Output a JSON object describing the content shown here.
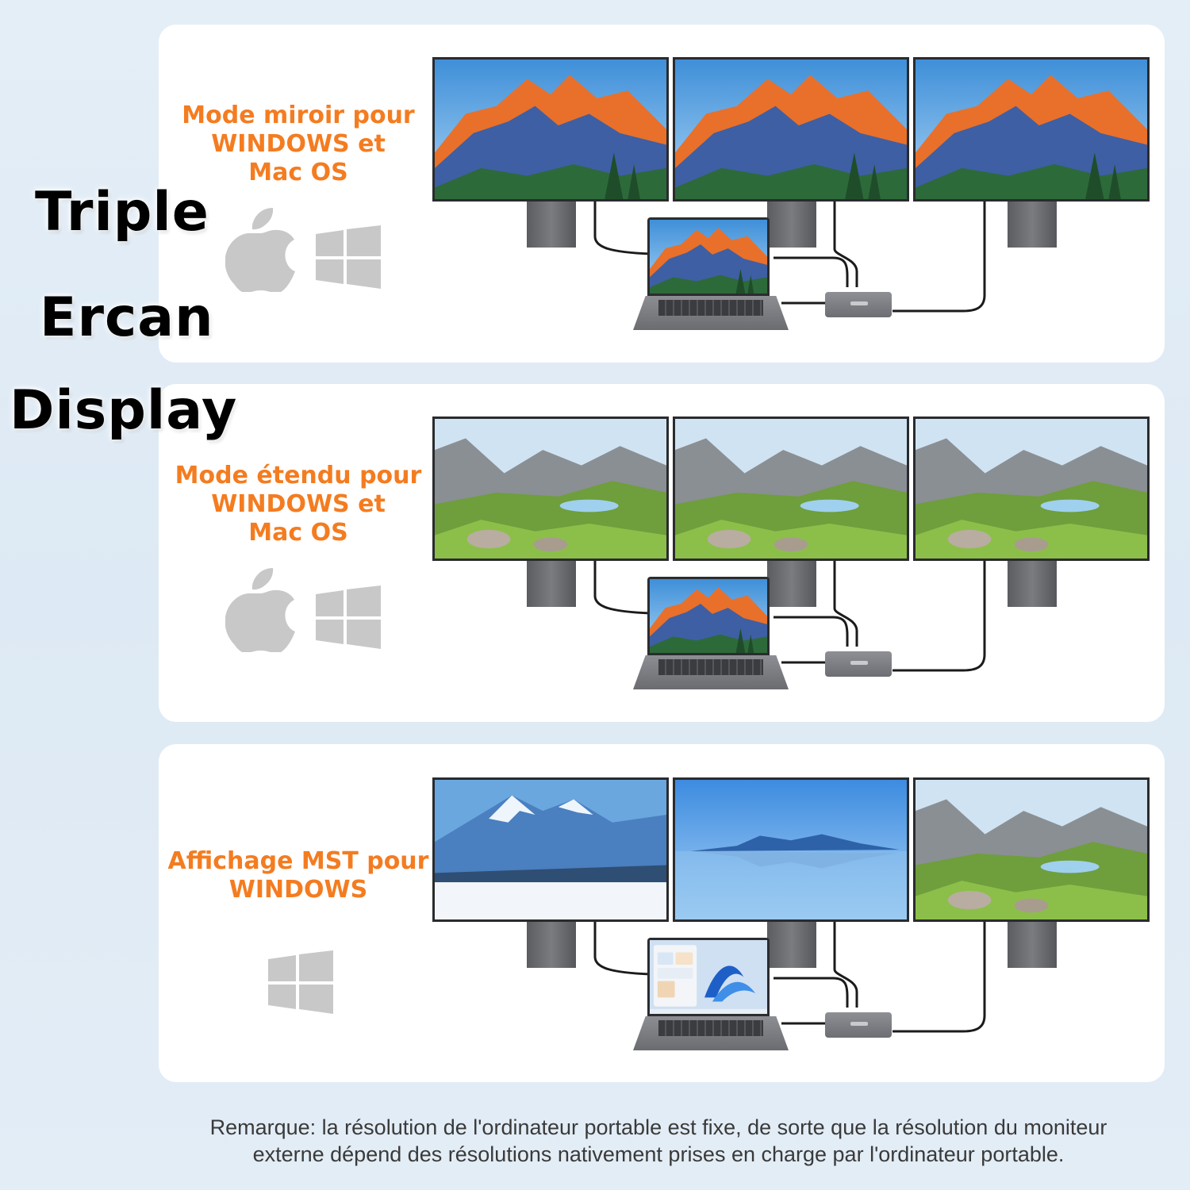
{
  "title": {
    "line1": "Triple",
    "line2": "Ercan",
    "line3": "Display"
  },
  "colors": {
    "accent_orange": "#f47c20",
    "panel_bg": "#ffffff",
    "page_bg": "#e4eef7",
    "os_icon_gray": "#c8c8c8"
  },
  "panels": [
    {
      "label_lines": [
        "Mode miroir pour",
        "WINDOWS et",
        "Mac OS"
      ],
      "os_icons": [
        "apple-logo-icon",
        "windows-logo-icon"
      ],
      "monitor_scenes": [
        "sunset-mountain",
        "sunset-mountain",
        "sunset-mountain"
      ],
      "laptop_scene": "sunset-mountain"
    },
    {
      "label_lines": [
        "Mode étendu pour",
        "WINDOWS et",
        "Mac OS"
      ],
      "os_icons": [
        "apple-logo-icon",
        "windows-logo-icon"
      ],
      "monitor_scenes": [
        "alpine-meadow",
        "alpine-meadow",
        "alpine-meadow"
      ],
      "laptop_scene": "sunset-mountain"
    },
    {
      "label_lines": [
        "Affichage MST pour",
        "WINDOWS"
      ],
      "os_icons": [
        "windows-logo-icon"
      ],
      "monitor_scenes": [
        "snowy-mountain",
        "lake-reflection",
        "alpine-meadow"
      ],
      "laptop_scene": "windows-desktop"
    }
  ],
  "note": {
    "line1": "Remarque: la résolution de l'ordinateur portable est fixe, de sorte que la résolution du moniteur",
    "line2": "externe dépend des résolutions nativement prises en charge par l'ordinateur portable."
  }
}
